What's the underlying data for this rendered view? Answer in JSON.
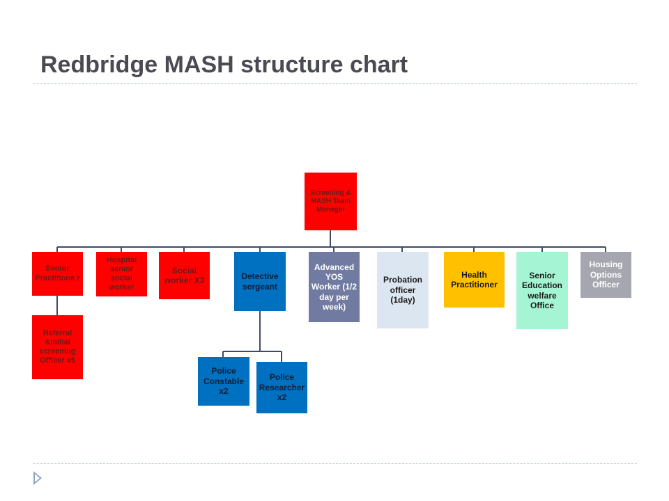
{
  "slide": {
    "title": "Redbridge MASH structure chart"
  },
  "org": {
    "manager": "Screening & MASH Team Manager",
    "senior_practitioner": "Senior Practitione r",
    "referral_officer": "Referral &Initial screening Officer x5",
    "hospital_sw": "Hospital senior social worker",
    "social_worker": "Social worker X3",
    "detective": "Detective sergeant",
    "police_constable": "Police Constable x2",
    "police_researcher": "Police Researcher x2",
    "yos_worker": "Advanced YOS Worker (1/2 day per week)",
    "probation": "Probation officer (1day)",
    "health": "Health Practitioner",
    "education": "Senior Education welfare Office",
    "housing": "Housing Options Officer"
  },
  "colors": {
    "red": "#ff0000",
    "blue": "#0070c0",
    "slate": "#717ba1",
    "lightblue": "#dce6f0",
    "gold": "#ffc000",
    "mint": "#a5f5d4",
    "grey": "#a6a6b0",
    "connector": "#3f4a6b"
  }
}
